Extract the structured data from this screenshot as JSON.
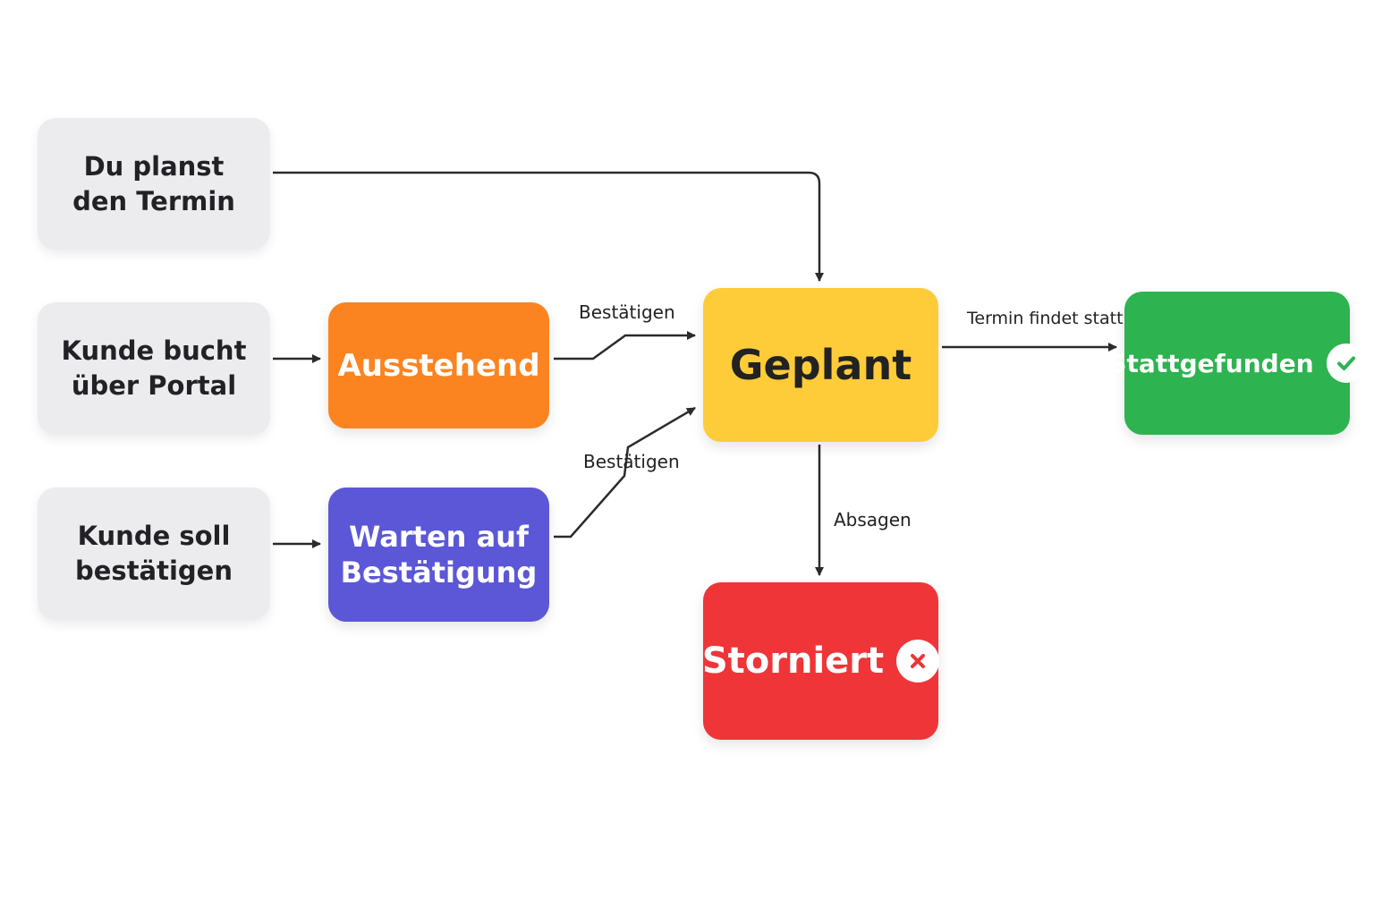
{
  "diagram": {
    "nodes": {
      "du_plant": {
        "label": "Du planst\nden Termin",
        "color": "#ececee"
      },
      "kunde_portal": {
        "label": "Kunde bucht\nüber Portal",
        "color": "#ececee"
      },
      "kunde_soll": {
        "label": "Kunde soll\nbestätigen",
        "color": "#ececee"
      },
      "ausstehend": {
        "label": "Ausstehend",
        "color": "#fb8421"
      },
      "warten": {
        "label": "Warten auf\nBestätigung",
        "color": "#5b57d6"
      },
      "geplant": {
        "label": "Geplant",
        "color": "#fecc38"
      },
      "stattgefunden": {
        "label": "Stattgefunden",
        "color": "#2db350",
        "icon": "check-icon"
      },
      "storniert": {
        "label": "Storniert",
        "color": "#ef3538",
        "icon": "close-icon"
      }
    },
    "edges": {
      "bestaetigen_1": "Bestätigen",
      "bestaetigen_2": "Bestätigen",
      "termin_findet_statt": "Termin findet statt",
      "absagen": "Absagen"
    }
  }
}
